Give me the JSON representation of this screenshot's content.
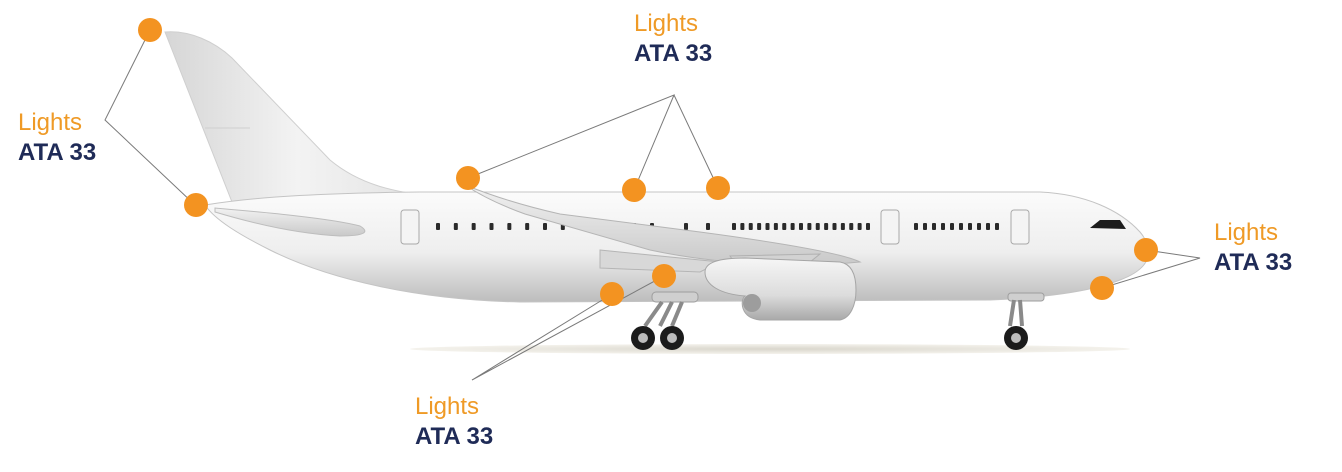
{
  "callouts": {
    "tail": {
      "title": "Lights",
      "code": "ATA 33"
    },
    "top": {
      "title": "Lights",
      "code": "ATA 33"
    },
    "nose": {
      "title": "Lights",
      "code": "ATA 33"
    },
    "bottom": {
      "title": "Lights",
      "code": "ATA 33"
    }
  },
  "colors": {
    "marker": "#f39321",
    "title": "#ef9a26",
    "code": "#1f2b57",
    "leader": "#7a7a7a"
  },
  "icons": {
    "aircraft": "airliner-side-view",
    "marker": "orange-dot"
  }
}
